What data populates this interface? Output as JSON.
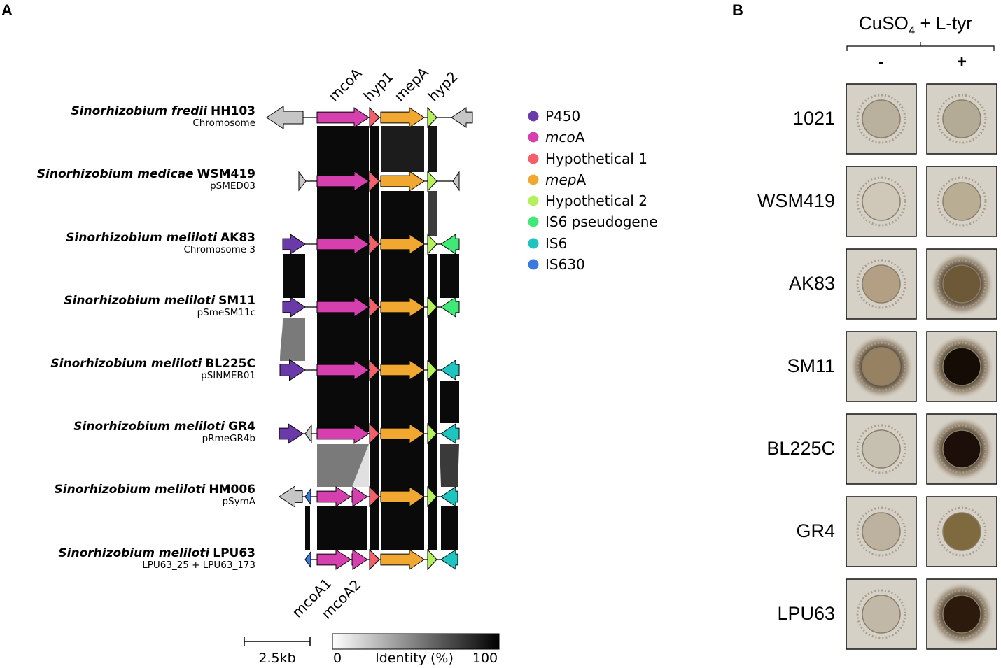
{
  "panel_a": {
    "letter": "A",
    "genes_top": [
      "mcoA",
      "hyp1",
      "mepA",
      "hyp2"
    ],
    "genes_bottom": [
      "mcoA1",
      "mcoA2"
    ],
    "tracks": [
      {
        "species": "Sinorhizobium fredii",
        "strain": "HH103",
        "replicon": "Chromosome"
      },
      {
        "species": "Sinorhizobium medicae",
        "strain": "WSM419",
        "replicon": "pSMED03"
      },
      {
        "species": "Sinorhizobium meliloti",
        "strain": "AK83",
        "replicon": "Chromosome 3"
      },
      {
        "species": "Sinorhizobium meliloti",
        "strain": "SM11",
        "replicon": "pSmeSM11c"
      },
      {
        "species": "Sinorhizobium meliloti",
        "strain": "BL225C",
        "replicon": "pSINMEB01"
      },
      {
        "species": "Sinorhizobium meliloti",
        "strain": "GR4",
        "replicon": "pRmeGR4b"
      },
      {
        "species": "Sinorhizobium meliloti",
        "strain": "HM006",
        "replicon": "pSymA"
      },
      {
        "species": "Sinorhizobium meliloti",
        "strain": "LPU63",
        "replicon": "LPU63_25 + LPU63_173"
      }
    ],
    "legend": [
      {
        "label_italic": "",
        "label": "P450",
        "color": "#6a3aa8"
      },
      {
        "label_italic": "mco",
        "label": "A",
        "color": "#d63fae"
      },
      {
        "label_italic": "",
        "label": "Hypothetical 1",
        "color": "#f4606a"
      },
      {
        "label_italic": "mep",
        "label": "A",
        "color": "#f0a830"
      },
      {
        "label_italic": "",
        "label": "Hypothetical 2",
        "color": "#b4f05a"
      },
      {
        "label_italic": "",
        "label": "IS6 pseudogene",
        "color": "#40e878"
      },
      {
        "label_italic": "",
        "label": "IS6",
        "color": "#1ec4c0"
      },
      {
        "label_italic": "",
        "label": "IS630",
        "color": "#3a7ae0"
      }
    ],
    "scale_bar": "2.5kb",
    "identity_scale": {
      "min": "0",
      "label": "Identity (%)",
      "max": "100"
    },
    "other_gene_color": "#c6c6c6"
  },
  "panel_b": {
    "letter": "B",
    "header_main": "CuSO",
    "header_sub": "4",
    "header_rest": " + L-tyr",
    "columns": [
      "-",
      "+"
    ],
    "strains": [
      "1021",
      "WSM419",
      "AK83",
      "SM11",
      "BL225C",
      "GR4",
      "LPU63"
    ]
  }
}
